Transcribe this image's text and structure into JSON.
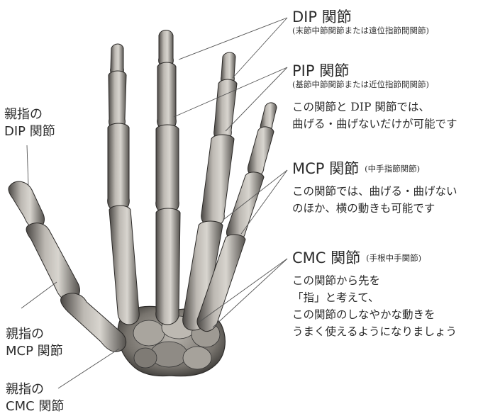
{
  "labels": {
    "dip": {
      "title": "DIP 関節",
      "sub": "(末節中節関節または遠位指節間関節)"
    },
    "pip": {
      "title": "PIP 関節",
      "sub": "(基節中節関節または近位指節間関節)",
      "desc": [
        "この関節と DIP 関節では、",
        "曲げる・曲げないだけが可能です"
      ]
    },
    "mcp": {
      "title": "MCP 関節",
      "sub": "(中手指節関節)",
      "desc": [
        "この関節では、曲げる・曲げない",
        "のほか、横の動きも可能です"
      ]
    },
    "cmc": {
      "title": "CMC 関節",
      "sub": "(手根中手関節)",
      "desc": [
        "この関節から先を",
        "「指」と考えて、",
        "この関節のしなやかな動きを",
        "うまく使えるようになりましょう"
      ]
    },
    "thumb_dip": {
      "line1": "親指の",
      "line2": "DIP 関節"
    },
    "thumb_mcp": {
      "line1": "親指の",
      "line2": "MCP 関節"
    },
    "thumb_cmc": {
      "line1": "親指の",
      "line2": "CMC 関節"
    }
  },
  "colors": {
    "bone_light": "#c9c6c0",
    "bone_dark": "#3f3d3a",
    "leader": "#555555"
  }
}
